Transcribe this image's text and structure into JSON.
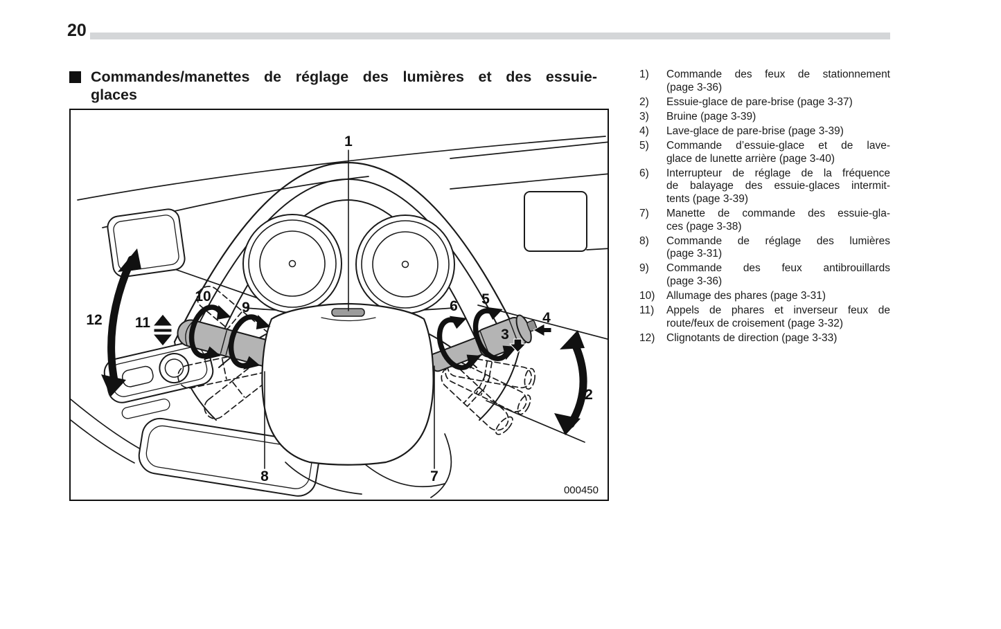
{
  "page": {
    "number": "20"
  },
  "heading": {
    "lines": [
      "Commandes/manettes de réglage des lumières et des essuie-",
      "glaces"
    ]
  },
  "figure": {
    "code": "000450",
    "callouts": [
      "1",
      "2",
      "3",
      "4",
      "5",
      "6",
      "7",
      "8",
      "9",
      "10",
      "11",
      "12"
    ]
  },
  "legend": {
    "items": [
      {
        "num": "1)",
        "lines": [
          "Commande des feux de stationnement",
          "(page 3-36)"
        ]
      },
      {
        "num": "2)",
        "lines": [
          "Essuie-glace de pare-brise (page 3-37)"
        ]
      },
      {
        "num": "3)",
        "lines": [
          "Bruine (page 3-39)"
        ]
      },
      {
        "num": "4)",
        "lines": [
          "Lave-glace de pare-brise (page 3-39)"
        ]
      },
      {
        "num": "5)",
        "lines": [
          "Commande d’essuie-glace et de lave-",
          "glace de lunette arrière (page 3-40)"
        ]
      },
      {
        "num": "6)",
        "lines": [
          "Interrupteur de réglage de la fréquence",
          "de balayage des essuie-glaces intermit-",
          "tents (page 3-39)"
        ]
      },
      {
        "num": "7)",
        "lines": [
          "Manette de commande des essuie-gla-",
          "ces (page 3-38)"
        ]
      },
      {
        "num": "8)",
        "lines": [
          "Commande de réglage des lumières",
          "(page 3-31)"
        ]
      },
      {
        "num": "9)",
        "lines": [
          "Commande des feux antibrouillards",
          "(page 3-36)"
        ]
      },
      {
        "num": "10)",
        "lines": [
          "Allumage des phares (page 3-31)"
        ]
      },
      {
        "num": "11)",
        "lines": [
          "Appels de phares et inverseur feux de",
          "route/feux de croisement (page 3-32)"
        ]
      },
      {
        "num": "12)",
        "lines": [
          "Clignotants de direction (page 3-33)"
        ]
      }
    ]
  },
  "colors": {
    "rule": "#d4d6d8",
    "stalk": "#b4b4b4",
    "ink": "#1a1a1a"
  }
}
